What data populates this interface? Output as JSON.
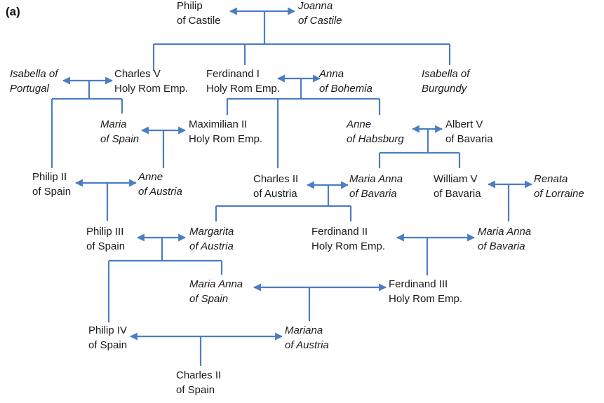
{
  "panel_label": "(a)",
  "colors": {
    "connector": "#4a7ec2",
    "text": "#1a1a1a"
  },
  "people": {
    "philip_castile": {
      "lines": [
        "Philip",
        "of Castile"
      ],
      "italic": false
    },
    "joanna_castile": {
      "lines": [
        "Joanna",
        "of Castile"
      ],
      "italic": true
    },
    "isabella_portugal": {
      "lines": [
        "Isabella of",
        "Portugal"
      ],
      "italic": true
    },
    "charles_v": {
      "lines": [
        "Charles V",
        "Holy Rom Emp."
      ],
      "italic": false
    },
    "ferdinand_i": {
      "lines": [
        "Ferdinand I",
        "Holy Rom Emp."
      ],
      "italic": false
    },
    "anna_bohemia": {
      "lines": [
        "Anna",
        "of Bohemia"
      ],
      "italic": true
    },
    "isabella_burgundy": {
      "lines": [
        "Isabella of",
        "Burgundy"
      ],
      "italic": true
    },
    "maria_spain": {
      "lines": [
        "Maria",
        "of Spain"
      ],
      "italic": true
    },
    "maximilian_ii": {
      "lines": [
        "Maximilian II",
        "Holy Rom Emp."
      ],
      "italic": false
    },
    "anne_habsburg": {
      "lines": [
        "Anne",
        "of Habsburg"
      ],
      "italic": true
    },
    "albert_v": {
      "lines": [
        "Albert V",
        "of Bavaria"
      ],
      "italic": false
    },
    "philip_ii": {
      "lines": [
        "Philip II",
        "of Spain"
      ],
      "italic": false
    },
    "anne_austria": {
      "lines": [
        "Anne",
        "of Austria"
      ],
      "italic": true
    },
    "charles_ii_austria": {
      "lines": [
        "Charles II",
        "of Austria"
      ],
      "italic": false
    },
    "maria_anna_bavaria_1": {
      "lines": [
        "Maria Anna",
        "of Bavaria"
      ],
      "italic": true
    },
    "william_v": {
      "lines": [
        "William V",
        "of Bavaria"
      ],
      "italic": false
    },
    "renata_lorraine": {
      "lines": [
        "Renata",
        "of Lorraine"
      ],
      "italic": true
    },
    "philip_iii": {
      "lines": [
        "Philip III",
        "of Spain"
      ],
      "italic": false
    },
    "margarita_austria": {
      "lines": [
        "Margarita",
        "of Austria"
      ],
      "italic": true
    },
    "ferdinand_ii": {
      "lines": [
        "Ferdinand II",
        "Holy Rom Emp."
      ],
      "italic": false
    },
    "maria_anna_bavaria_2": {
      "lines": [
        "Maria Anna",
        "of Bavaria"
      ],
      "italic": true
    },
    "maria_anna_spain": {
      "lines": [
        "Maria Anna",
        "of Spain"
      ],
      "italic": true
    },
    "ferdinand_iii": {
      "lines": [
        "Ferdinand III",
        "Holy Rom Emp."
      ],
      "italic": false
    },
    "philip_iv": {
      "lines": [
        "Philip IV",
        "of Spain"
      ],
      "italic": false
    },
    "mariana_austria": {
      "lines": [
        "Mariana",
        "of Austria"
      ],
      "italic": true
    },
    "charles_ii_spain": {
      "lines": [
        "Charles II",
        "of Spain"
      ],
      "italic": false
    }
  }
}
